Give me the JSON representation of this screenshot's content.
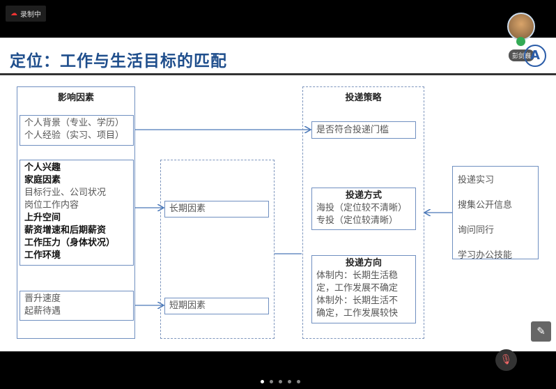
{
  "meeting": {
    "recording_label": "录制中",
    "participant_name": "彭剑巍"
  },
  "slide": {
    "title": "定位：工作与生活目标的匹配",
    "factors": {
      "heading": "影响因素",
      "group1": [
        "个人背景（专业、学历）",
        "个人经验（实习、项目）"
      ],
      "group2": [
        {
          "text": "个人兴趣",
          "bold": true
        },
        {
          "text": "家庭因素",
          "bold": true
        },
        {
          "text": "目标行业、公司状况",
          "bold": false
        },
        {
          "text": "岗位工作内容",
          "bold": false
        },
        {
          "text": "上升空间",
          "bold": true
        },
        {
          "text": "薪资增速和后期薪资",
          "bold": true
        },
        {
          "text": "工作压力（身体状况）",
          "bold": true
        },
        {
          "text": "工作环境",
          "bold": true
        }
      ],
      "group3": [
        "晋升速度",
        "起薪待遇"
      ]
    },
    "middle": {
      "long_term": "长期因素",
      "short_term": "短期因素"
    },
    "strategy": {
      "heading": "投递策略",
      "threshold": "是否符合投递门槛",
      "method": {
        "heading": "投递方式",
        "lines": [
          "海投（定位较不清晰）",
          "专投（定位较清晰）"
        ]
      },
      "direction": {
        "heading": "投递方向",
        "lines": [
          "体制内：长期生活稳",
          "定，工作发展不确定",
          "体制外：长期生活不",
          "确定，工作发展较快"
        ]
      }
    },
    "actions": [
      "投递实习",
      "搜集公开信息",
      "询问同行",
      "学习办公技能"
    ]
  },
  "pager": {
    "total": 5,
    "current": 1
  }
}
